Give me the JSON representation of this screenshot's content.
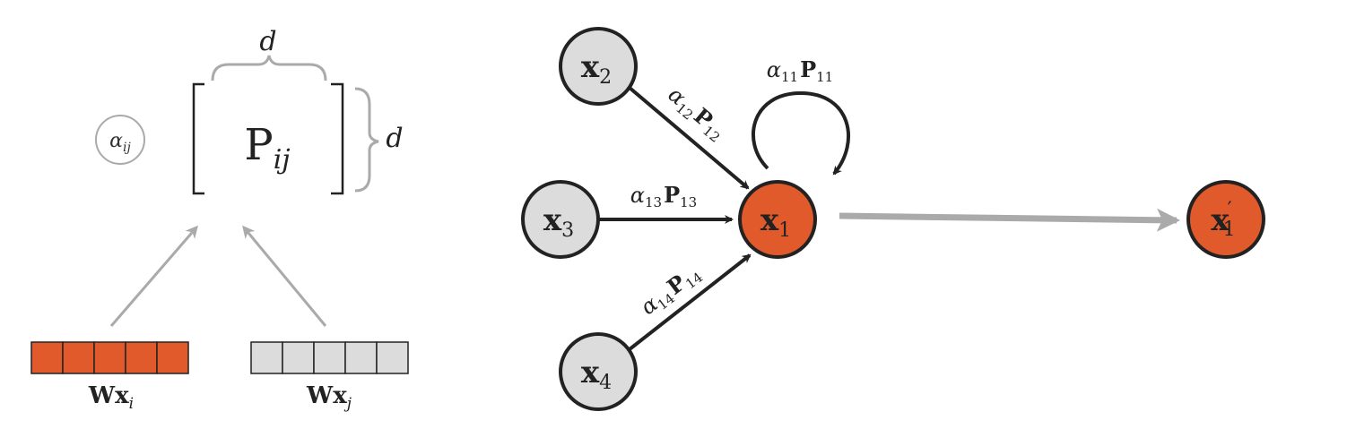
{
  "colors": {
    "accent": "#e05a2b",
    "node_gray": "#dcdcdc",
    "stroke_dark": "#222222",
    "stroke_light": "#aaaaaa",
    "cell_gray": "#dcdcdc"
  },
  "left_panel": {
    "alpha_label": {
      "base": "α",
      "sub": "ij"
    },
    "matrix_label": {
      "base": "P",
      "sub": "ij"
    },
    "dim_top": "d",
    "dim_right": "d",
    "vector_i": {
      "cells": 5,
      "label_bold": "Wx",
      "label_sub": "i"
    },
    "vector_j": {
      "cells": 5,
      "label_bold": "Wx",
      "label_sub": "j"
    }
  },
  "graph": {
    "nodes": [
      {
        "id": "x1",
        "base": "x",
        "sub": "1",
        "highlight": true
      },
      {
        "id": "x2",
        "base": "x",
        "sub": "2",
        "highlight": false
      },
      {
        "id": "x3",
        "base": "x",
        "sub": "3",
        "highlight": false
      },
      {
        "id": "x4",
        "base": "x",
        "sub": "4",
        "highlight": false
      },
      {
        "id": "x1p",
        "base": "x",
        "sub": "1",
        "prime": "′",
        "highlight": true
      }
    ],
    "edges": [
      {
        "from": "x2",
        "to": "x1",
        "alpha_sub": "12",
        "p_sub": "12"
      },
      {
        "from": "x3",
        "to": "x1",
        "alpha_sub": "13",
        "p_sub": "13"
      },
      {
        "from": "x4",
        "to": "x1",
        "alpha_sub": "14",
        "p_sub": "14"
      },
      {
        "from": "x1",
        "to": "x1",
        "alpha_sub": "11",
        "p_sub": "11"
      }
    ],
    "symbols": {
      "alpha": "α",
      "P": "P"
    }
  }
}
